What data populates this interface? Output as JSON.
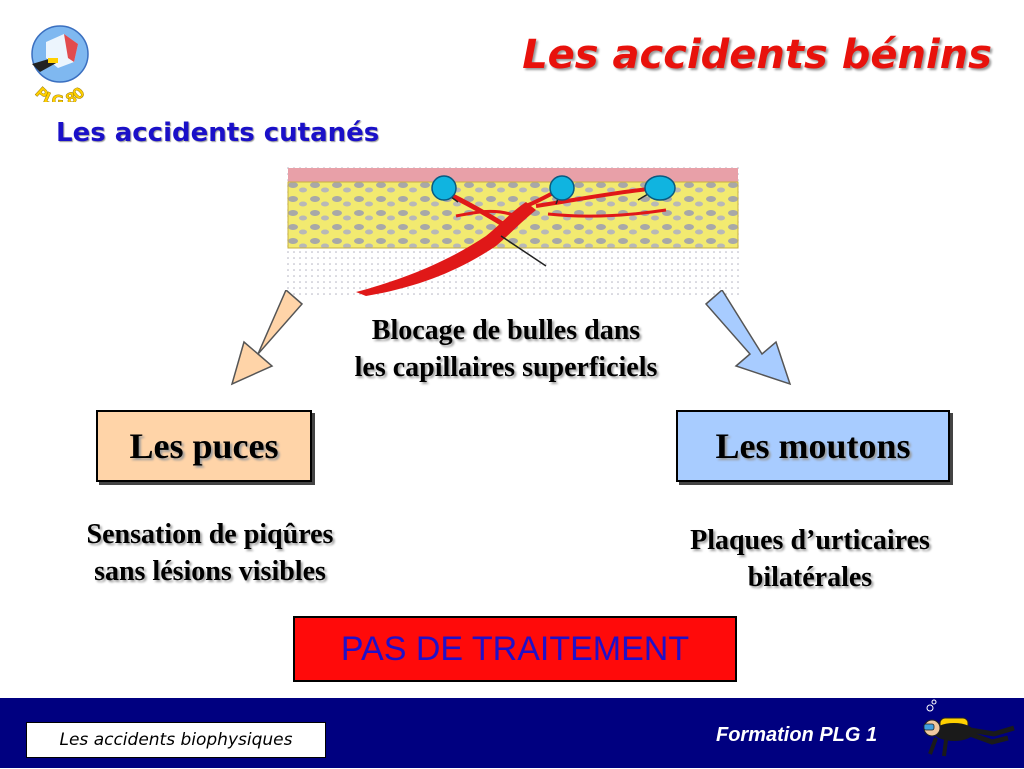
{
  "slide": {
    "title": "Les accidents bénins",
    "subtitle": "Les accidents cutanés",
    "logo_text": "PLG 80",
    "caption_center": [
      "Blocage de bulles dans",
      "les capillaires superficiels"
    ],
    "left_box": "Les puces",
    "right_box": "Les moutons",
    "left_desc": [
      "Sensation de piqûres",
      "sans lésions visibles"
    ],
    "right_desc": [
      "Plaques d’urticaires",
      "bilatérales"
    ],
    "treatment": "PAS DE TRAITEMENT"
  },
  "footer": {
    "left_label": "Les accidents biophysiques",
    "right_label": "Formation PLG 1"
  },
  "colors": {
    "title": "#e8120c",
    "subtitle": "#1a10c8",
    "puces_box": "#ffd4a8",
    "moutons_box": "#a8ccff",
    "treatment_bg": "#ff0a0a",
    "treatment_text": "#2010c8",
    "footer_bg": "#000080"
  }
}
